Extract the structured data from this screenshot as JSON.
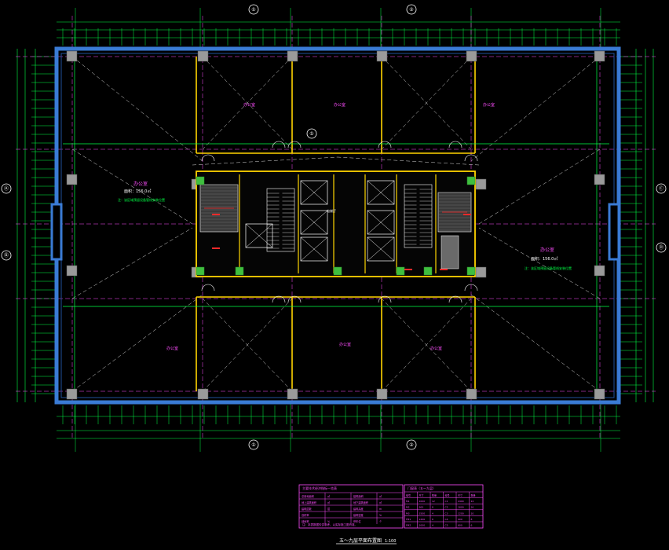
{
  "colors": {
    "background": "#000000",
    "wall": "#3a7bd5",
    "wall_inner": "#1f4f9a",
    "grid": "#ff4dff",
    "green": "#00ff44",
    "yellow": "#ffd400",
    "white": "#ffffff",
    "red": "#ff2a2a",
    "gray": "#9a9a9a",
    "core_fill": "#2a2a2a"
  },
  "drawing": {
    "title": "五～九层平面布置图",
    "scale": "1:100",
    "axis_labels_top": [
      "①",
      "②"
    ],
    "axis_labels_side": [
      "Ⓐ",
      "Ⓑ",
      "Ⓒ",
      "Ⓓ"
    ]
  },
  "rooms": {
    "office_west_label": "办公室",
    "office_west_area": "面积：156.0㎡",
    "office_east_label": "办公室",
    "office_east_area": "面积：156.0㎡",
    "office_n1": "办公室",
    "office_n2": "办公室",
    "office_n3": "办公室",
    "office_s1": "办公室",
    "office_s2": "办公室",
    "office_s3": "办公室",
    "green_note": "注：该区域预留设备管线安装位置",
    "core_note": "电梯厅"
  },
  "legend_table": {
    "title": "主要技术经济指标一览表",
    "rows": [
      [
        "总用地面积",
        "㎡",
        "建筑面积",
        "㎡"
      ],
      [
        "地上建筑面积",
        "㎡",
        "地下建筑面积",
        "㎡"
      ],
      [
        "建筑层数",
        "层",
        "建筑高度",
        "m"
      ],
      [
        "容积率",
        "",
        "建筑密度",
        "%"
      ],
      [
        "绿地率",
        "%",
        "停车位",
        "个"
      ]
    ],
    "note": "注：本表数据仅供参考，以实际施工图为准。"
  },
  "door_table": {
    "title": "门窗表（五～九层）",
    "headers": [
      "编号",
      "尺寸",
      "数量",
      "编号",
      "尺寸",
      "数量"
    ],
    "rows": [
      [
        "M1",
        "1000",
        "12",
        "C1",
        "2400",
        "24"
      ],
      [
        "M2",
        "900",
        "8",
        "C2",
        "1800",
        "16"
      ],
      [
        "M3",
        "1500",
        "4",
        "C3",
        "1200",
        "10"
      ],
      [
        "FM1",
        "1200",
        "6",
        "C4",
        "900",
        "8"
      ],
      [
        "FM2",
        "1000",
        "4",
        "C5",
        "600",
        "6"
      ]
    ]
  }
}
